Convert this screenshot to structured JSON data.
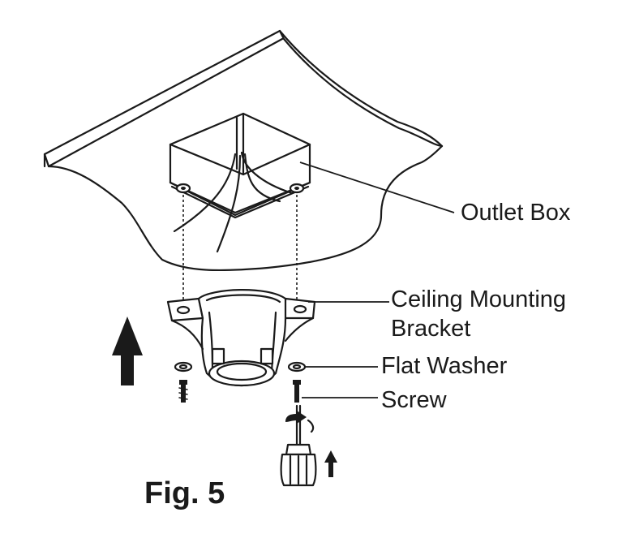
{
  "labels": {
    "outlet_box": "Outlet Box",
    "ceiling_mounting_bracket_line1": "Ceiling Mounting",
    "ceiling_mounting_bracket_line2": "Bracket",
    "flat_washer": "Flat Washer",
    "screw": "Screw"
  },
  "caption": "Fig. 5",
  "colors": {
    "ink": "#1a1a1a",
    "background": "#ffffff"
  }
}
